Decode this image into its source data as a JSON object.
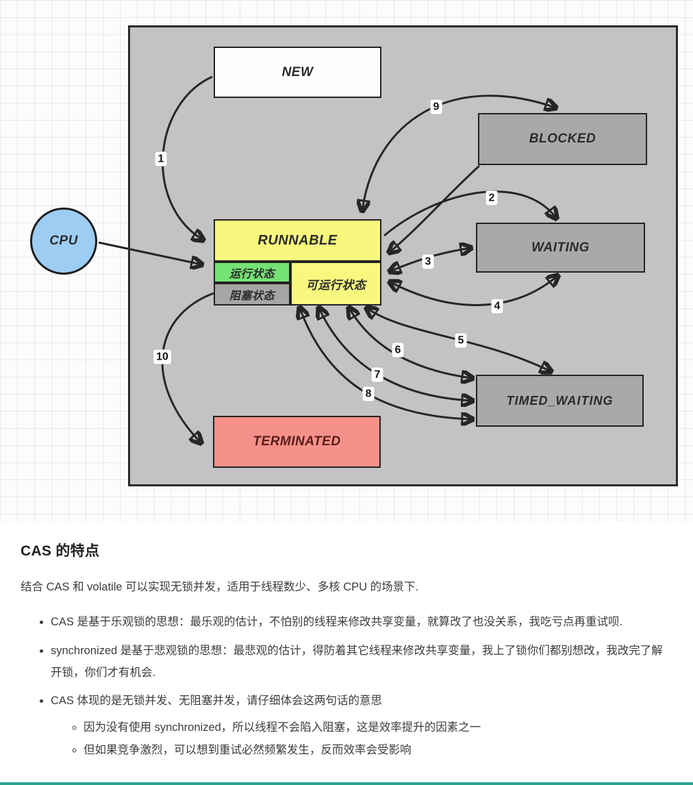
{
  "diagram": {
    "nodes": {
      "cpu": "CPU",
      "new": "NEW",
      "blocked": "BLOCKED",
      "runnable": "RUNNABLE",
      "running_state": "运行状态",
      "blocked_state": "阻塞状态",
      "runnable_state": "可运行状态",
      "waiting": "WAITING",
      "timed_waiting": "TIMED_WAITING",
      "terminated": "TERMINATED"
    },
    "edge_labels": [
      "1",
      "2",
      "3",
      "4",
      "5",
      "6",
      "7",
      "8",
      "9",
      "10"
    ],
    "colors": {
      "panel_bg": "#c3c3c3",
      "yellow_box": "#f7f87d",
      "green_box": "#74e274",
      "gray_box": "#a9a9a9",
      "salmon_box": "#f5908a",
      "cpu_blue": "#9ecdf4",
      "arrow": "#262626",
      "bottom_bar": "#2aa38c"
    }
  },
  "article": {
    "heading": "CAS 的特点",
    "intro": "结合 CAS 和 volatile 可以实现无锁并发，适用于线程数少、多核 CPU 的场景下.",
    "bullets": [
      "CAS 是基于乐观锁的思想：最乐观的估计，不怕别的线程来修改共享变量，就算改了也没关系，我吃亏点再重试呗.",
      "synchronized 是基于悲观锁的思想：最悲观的估计，得防着其它线程来修改共享变量，我上了锁你们都别想改，我改完了解开锁，你们才有机会.",
      "CAS 体现的是无锁并发、无阻塞并发，请仔细体会这两句话的意思"
    ],
    "sub_bullets": [
      "因为没有使用 synchronized，所以线程不会陷入阻塞，这是效率提升的因素之一",
      "但如果竞争激烈，可以想到重试必然频繁发生，反而效率会受影响"
    ]
  }
}
